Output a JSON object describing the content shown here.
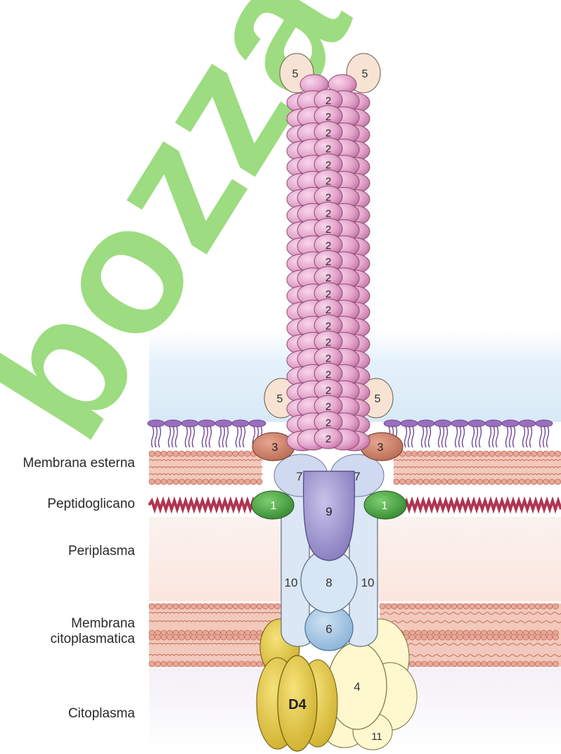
{
  "labels": {
    "outer_membrane": "Membrana esterna",
    "peptidoglycan": "Peptidoglicano",
    "periplasm": "Periplasma",
    "cytoplasmic_membrane": "Membrana\ncitoplasmatica",
    "cytoplasm": "Citoplasma"
  },
  "proteins": {
    "filament_subunit": "2",
    "tip_subunit": "5",
    "side_subunit": "5",
    "outer_ring": "3",
    "pg_ring": "1",
    "upper_ring": "7",
    "core": "9",
    "central": "8",
    "side": "10",
    "base": "6",
    "atpase": "4",
    "small": "11",
    "d4": "D4"
  },
  "watermark": "bozza",
  "colors": {
    "filament": "#e4a6cc",
    "filament_stroke": "#8e4a74",
    "cap": "#f6e3d3",
    "membrane_outer": "#d98f7f",
    "lps_head": "#9b6dbd",
    "peptidoglycan": "#b03550",
    "ring_green": "#3f9a3a",
    "ring_brown": "#c97a64",
    "core_purple": "#9a90cc",
    "light_blue": "#dbe7f4",
    "base_blue": "#9fc3e2",
    "atpase_yellow": "#fff8cf",
    "d4_yellow": "#e8cf49",
    "watermark_green": "#8cd66a"
  }
}
